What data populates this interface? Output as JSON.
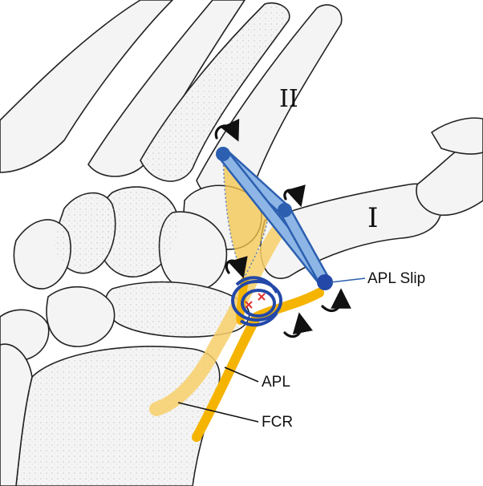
{
  "figure": {
    "labels": {
      "second_metacarpal": "II",
      "first_metacarpal": "I",
      "apl_slip": "APL Slip",
      "apl": "APL",
      "fcr": "FCR"
    },
    "colors": {
      "tendon_yellow": "#f5b400",
      "tendon_pale": "#f7cf6a",
      "graft_blue": "#8db6e6",
      "graft_outline": "#2c5fb0",
      "suture_dark_blue": "#2348a8",
      "anchor_red": "#e23030",
      "bone_outline": "#222222",
      "arrow_black": "#111111"
    },
    "icons": [
      "curved-arrow-icon",
      "suture-anchor-icon"
    ]
  }
}
